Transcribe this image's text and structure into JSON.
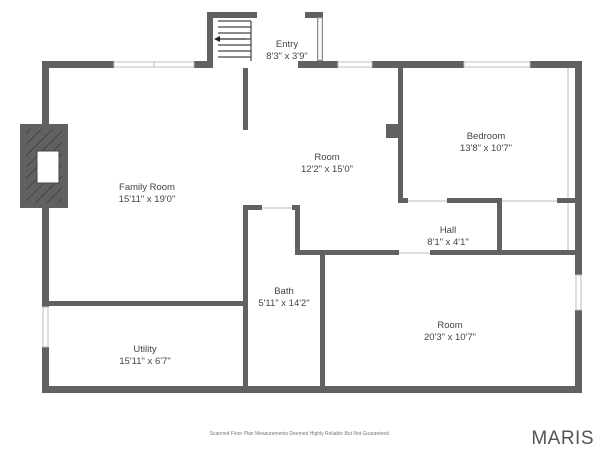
{
  "rooms": {
    "entry": {
      "name": "Entry",
      "size": "8'3\" x 3'9\""
    },
    "family": {
      "name": "Family Room",
      "size": "15'11\" x 19'0\""
    },
    "room_mid": {
      "name": "Room",
      "size": "12'2\" x 15'0\""
    },
    "bedroom": {
      "name": "Bedroom",
      "size": "13'8\" x 10'7\""
    },
    "hall": {
      "name": "Hall",
      "size": "8'1\" x 4'1\""
    },
    "bath": {
      "name": "Bath",
      "size": "5'11\" x 14'2\""
    },
    "room_low": {
      "name": "Room",
      "size": "20'3\" x 10'7\""
    },
    "utility": {
      "name": "Utility",
      "size": "15'11\" x 6'7\""
    }
  },
  "footer": {
    "disclaimer": "Scanned Floor Plan Measurements Deemed Highly Reliable But Not Guaranteed.",
    "brand": "MARIS"
  },
  "colors": {
    "wall": "#616161",
    "window": "#bdbdbd",
    "text": "#444444"
  },
  "icons": {
    "stairs": "stairs-icon",
    "fireplace": "fireplace-icon",
    "stair_direction": "arrow-left-icon"
  }
}
